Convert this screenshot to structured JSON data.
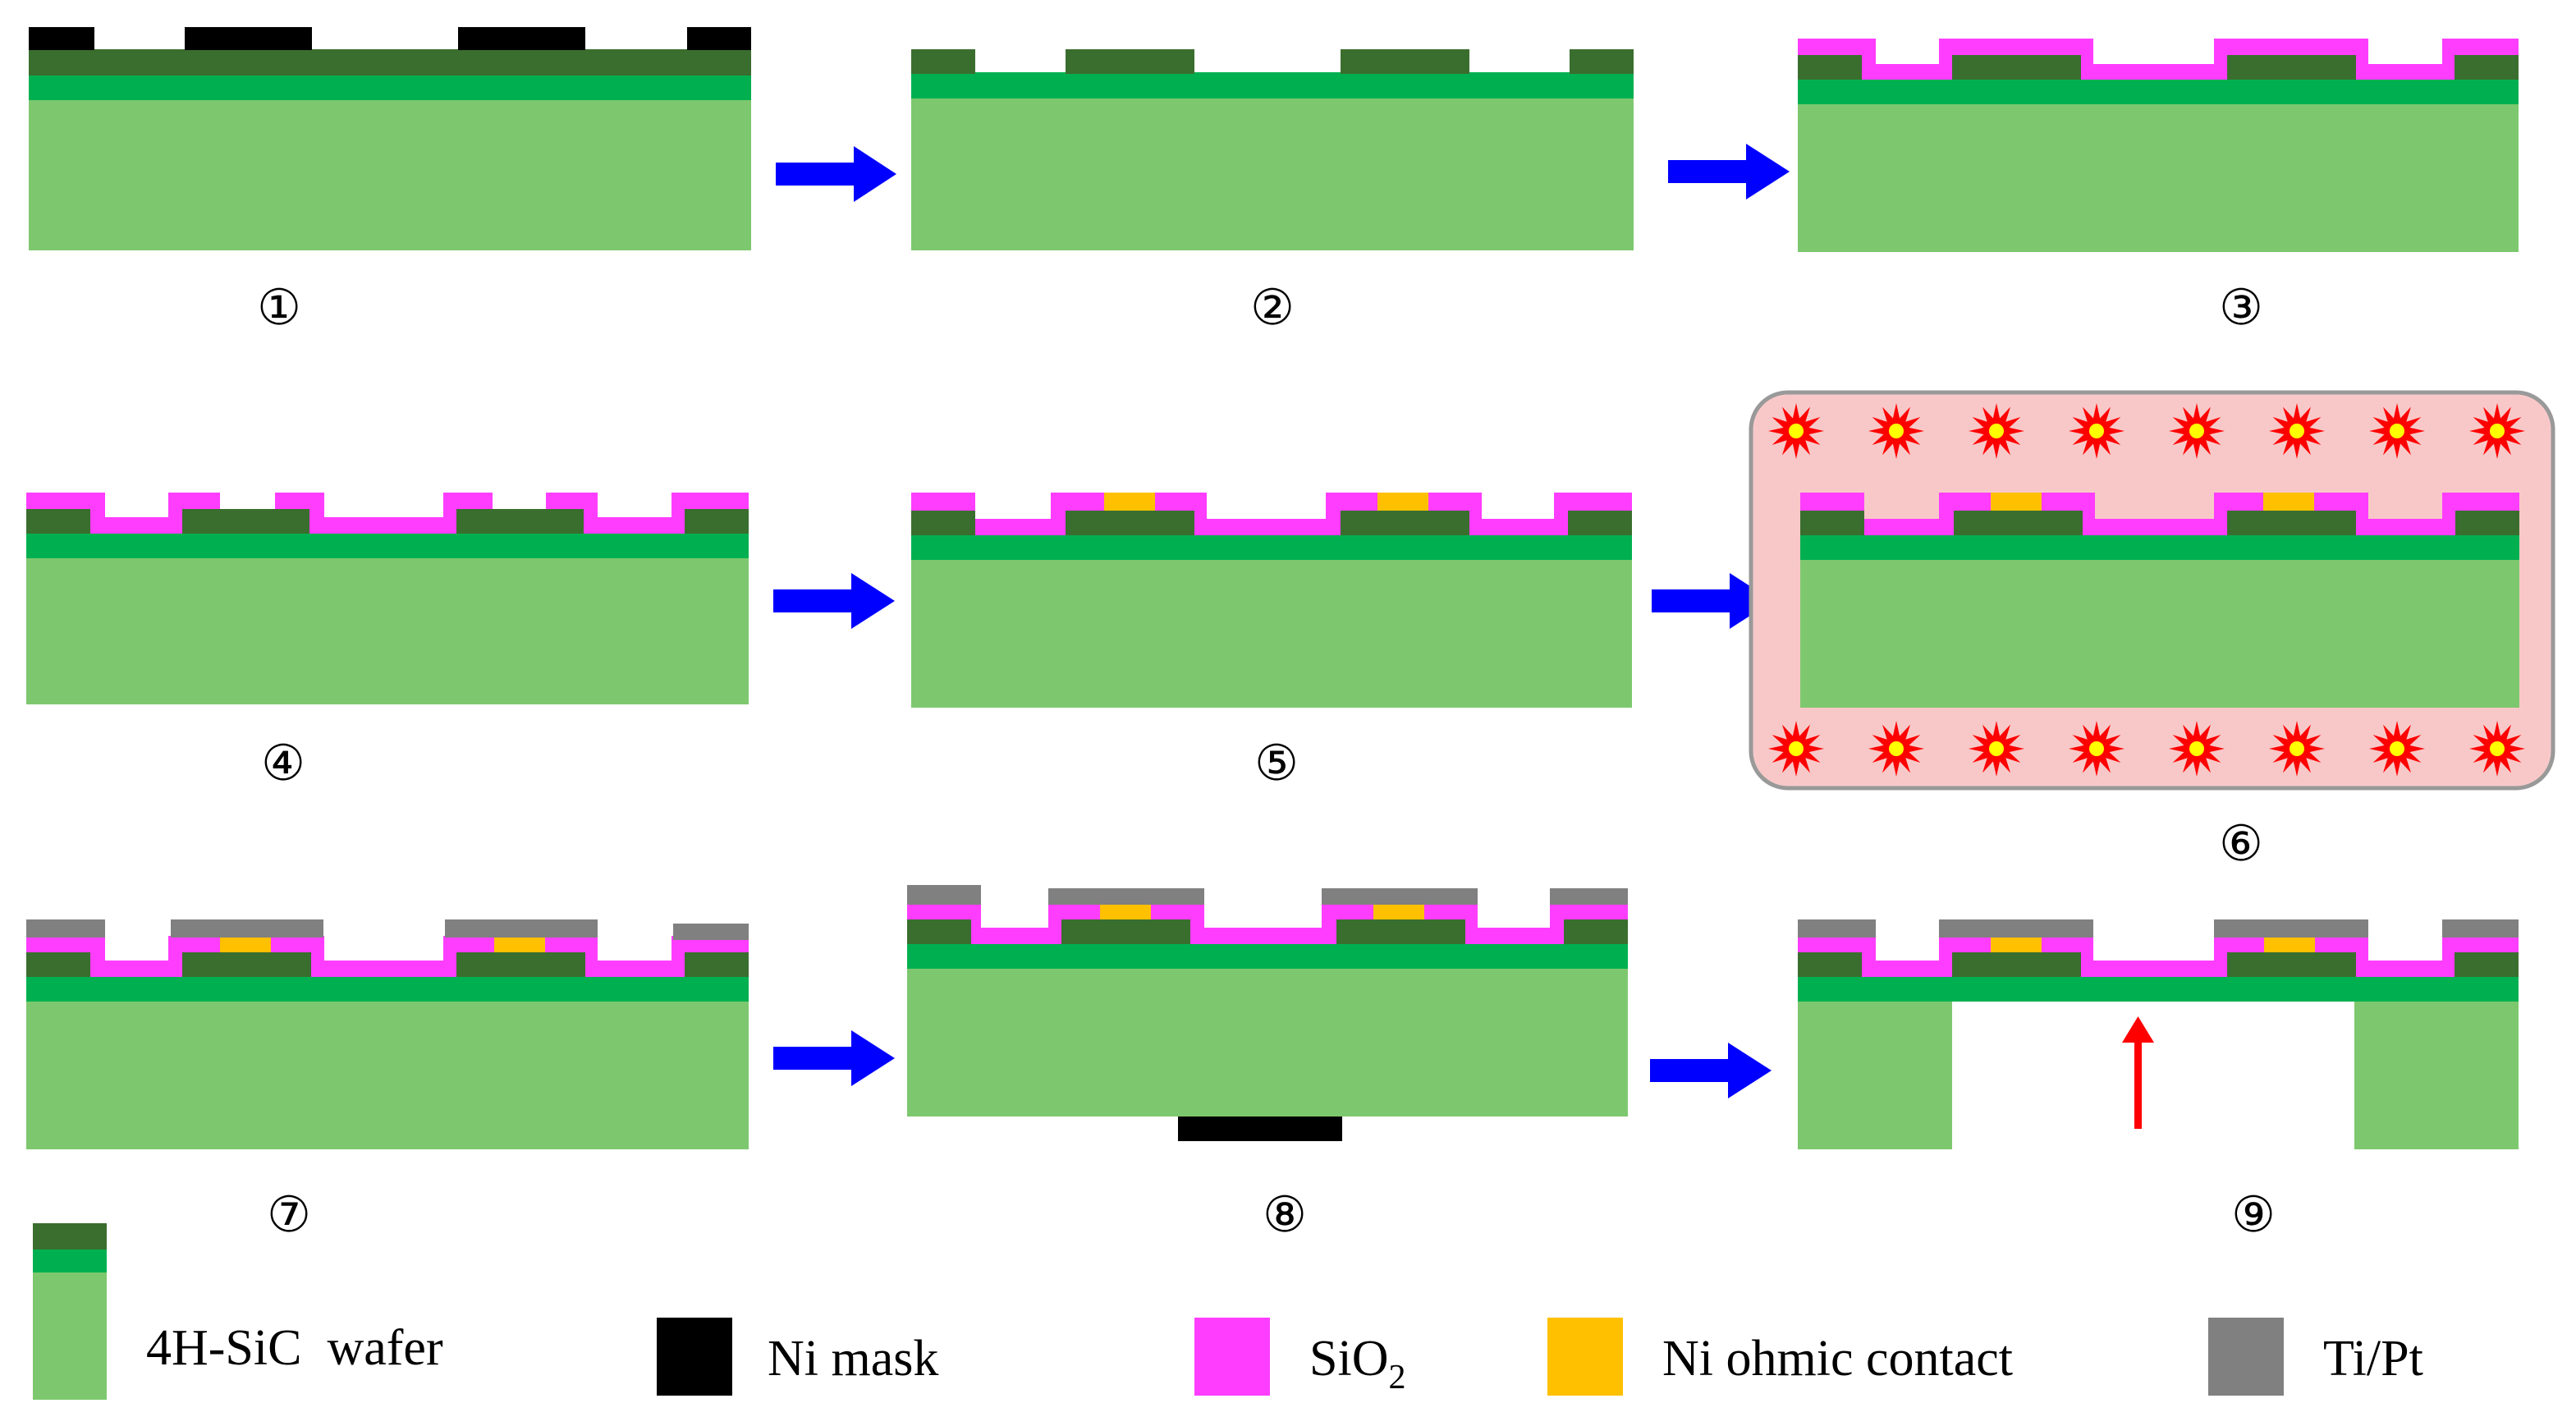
{
  "steps": [
    {
      "label": "①"
    },
    {
      "label": "②"
    },
    {
      "label": "③"
    },
    {
      "label": "④"
    },
    {
      "label": "⑤"
    },
    {
      "label": "⑥"
    },
    {
      "label": "⑦"
    },
    {
      "label": "⑧"
    },
    {
      "label": "⑨"
    }
  ],
  "legend": {
    "wafer": "4H-SiC  wafer",
    "ni_mask": "Ni mask",
    "sio2_base": "SiO",
    "sio2_sub": "2",
    "ni_ohmic": "Ni ohmic contact",
    "tipt": "Ti/Pt"
  },
  "colors": {
    "substrate": "#7dc86e",
    "epi": "#00b050",
    "top_layer": "#3a6e2e",
    "ni_mask": "#000000",
    "sio2": "#ff3dff",
    "ni_ohmic": "#ffc000",
    "tipt": "#808080",
    "arrow": "#0000ff",
    "plasma_bg": "#f8c8c8",
    "plasma_border": "#999999",
    "spark": "#ff0000",
    "spark_core": "#ffff00",
    "backside_arrow": "#ff0000"
  },
  "icons": {
    "process_arrow": "right-arrow",
    "plasma_spark": "starburst",
    "etch_arrow": "up-arrow"
  }
}
